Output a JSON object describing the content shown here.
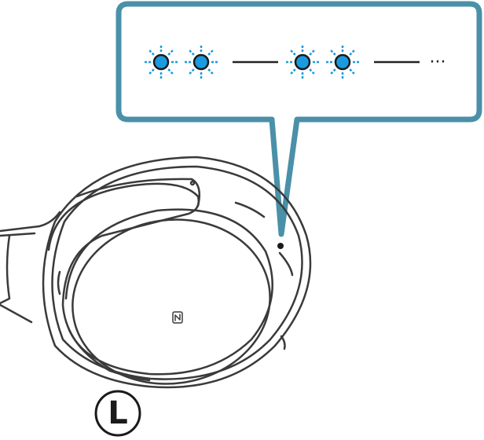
{
  "callout": {
    "frame_color": "#4a90a8",
    "led_color": "#1a9be0",
    "ray_color": "#1a9be0",
    "pattern": [
      "blink",
      "blink",
      "pause",
      "blink",
      "blink",
      "pause",
      "repeat"
    ],
    "ellipsis": "···"
  },
  "headphone": {
    "side_label": "L",
    "line_color": "#3a3a3a",
    "icons": [
      "nfc-mark-icon"
    ]
  }
}
